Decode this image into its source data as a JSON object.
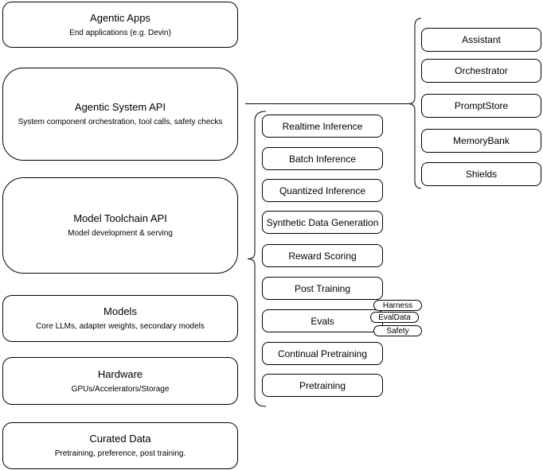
{
  "diagram": {
    "left_stack": [
      {
        "title": "Agentic Apps",
        "subtitle": "End applications (e.g. Devin)"
      },
      {
        "title": "Agentic System API",
        "subtitle": "System component orchestration, tool calls, safety checks"
      },
      {
        "title": "Model Toolchain API",
        "subtitle": "Model development & serving"
      },
      {
        "title": "Models",
        "subtitle": "Core LLMs, adapter weights, secondary models"
      },
      {
        "title": "Hardware",
        "subtitle": "GPUs/Accelerators/Storage"
      },
      {
        "title": "Curated Data",
        "subtitle": "Pretraining, preference, post training."
      }
    ],
    "toolchain_components": [
      "Realtime Inference",
      "Batch Inference",
      "Quantized Inference",
      "Synthetic Data Generation",
      "Reward Scoring",
      "Post Training",
      "Evals",
      "Continual Pretraining",
      "Pretraining"
    ],
    "evals_tags": [
      "Harness",
      "EvalData",
      "Safety"
    ],
    "system_components": [
      "Assistant",
      "Orchestrator",
      "PromptStore",
      "MemoryBank",
      "Shields"
    ],
    "colors": {
      "stroke": "#000000",
      "fill": "#ffffff",
      "text": "#000000"
    }
  }
}
